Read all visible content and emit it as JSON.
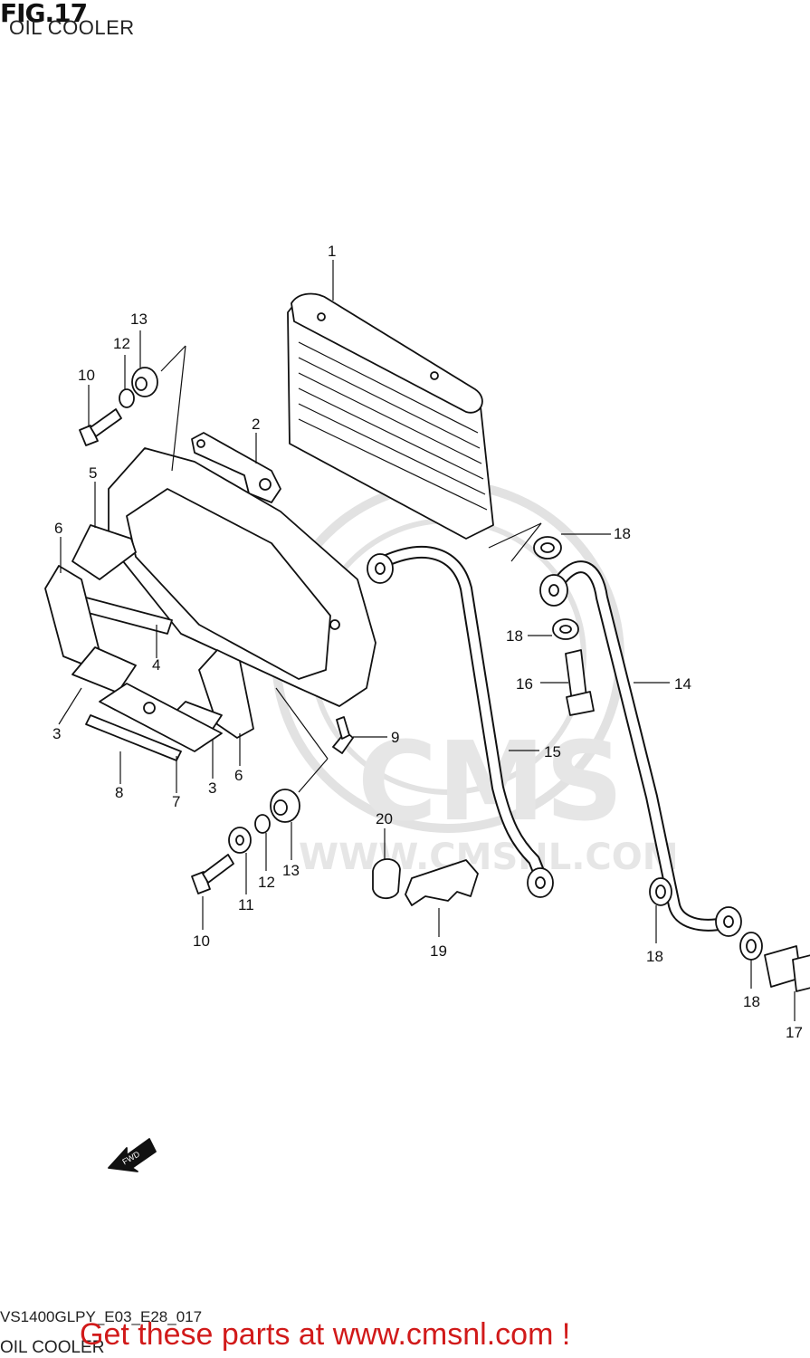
{
  "header": {
    "fig_label": "FIG.17",
    "subtitle": "OIL COOLER"
  },
  "watermark": {
    "brand": "CMS",
    "url": "WWW.CMSNL.COM"
  },
  "fwd_label": "FWD",
  "callouts": [
    {
      "id": "c1",
      "text": "1"
    },
    {
      "id": "c2",
      "text": "2"
    },
    {
      "id": "c3a",
      "text": "3"
    },
    {
      "id": "c3b",
      "text": "3"
    },
    {
      "id": "c4",
      "text": "4"
    },
    {
      "id": "c5",
      "text": "5"
    },
    {
      "id": "c6a",
      "text": "6"
    },
    {
      "id": "c6b",
      "text": "6"
    },
    {
      "id": "c7",
      "text": "7"
    },
    {
      "id": "c8",
      "text": "8"
    },
    {
      "id": "c9",
      "text": "9"
    },
    {
      "id": "c10a",
      "text": "10"
    },
    {
      "id": "c10b",
      "text": "10"
    },
    {
      "id": "c11",
      "text": "11"
    },
    {
      "id": "c12a",
      "text": "12"
    },
    {
      "id": "c12b",
      "text": "12"
    },
    {
      "id": "c13a",
      "text": "13"
    },
    {
      "id": "c13b",
      "text": "13"
    },
    {
      "id": "c14",
      "text": "14"
    },
    {
      "id": "c15",
      "text": "15"
    },
    {
      "id": "c16",
      "text": "16"
    },
    {
      "id": "c17",
      "text": "17"
    },
    {
      "id": "c18a",
      "text": "18"
    },
    {
      "id": "c18b",
      "text": "18"
    },
    {
      "id": "c18c",
      "text": "18"
    },
    {
      "id": "c18d",
      "text": "18"
    },
    {
      "id": "c19",
      "text": "19"
    },
    {
      "id": "c20",
      "text": "20"
    }
  ],
  "footer": {
    "model_code": "VS1400GLPY_E03_E28_017",
    "subtitle": "OIL COOLER",
    "promo": "Get these parts at www.cmsnl.com !"
  },
  "colors": {
    "promo": "#d11a1a",
    "line": "#111111",
    "watermark": "#e2e2e2"
  }
}
